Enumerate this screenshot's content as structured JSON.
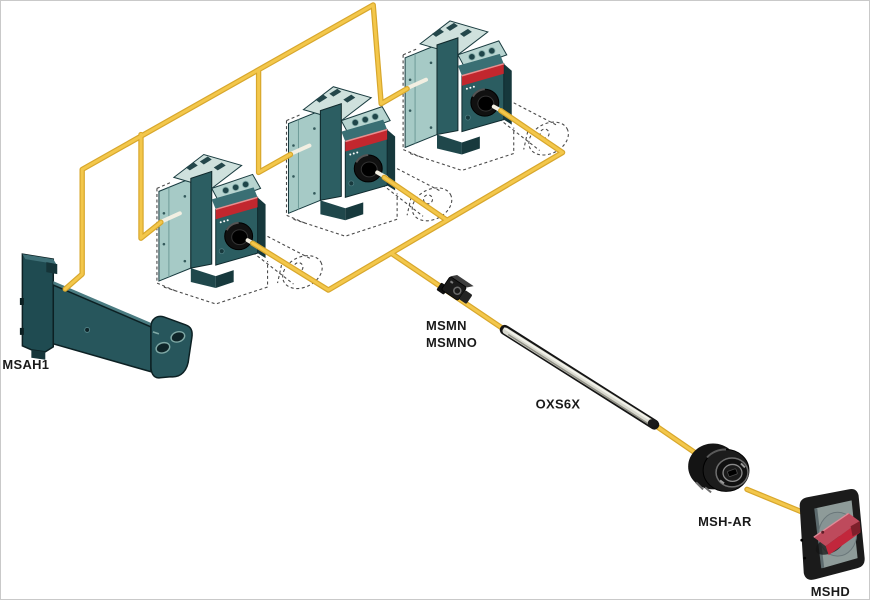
{
  "diagram": {
    "background": "#ffffff",
    "parts": {
      "bracket_label": "MSAH1",
      "interlock_label_1": "MSMN",
      "interlock_label_2": "MSMNO",
      "shaft_label": "OXS6X",
      "adapter_label": "MSH-AR",
      "door_handle_label": "MSHD"
    },
    "colors": {
      "linkage_yellow": "#F3C74B",
      "linkage_yellow_shadow": "#D8A72C",
      "device_body_teal": "#2B5D61",
      "device_panel_teal": "#A6CAC6",
      "device_stripe_red": "#C2272E",
      "device_knob_black": "#111111",
      "bracket_teal": "#1F4B51",
      "shaft_silver": "#D8D8CE",
      "handle_red": "#C22439",
      "handle_plate_gray": "#8E9B99",
      "label_text": "#1A1A1A"
    }
  }
}
